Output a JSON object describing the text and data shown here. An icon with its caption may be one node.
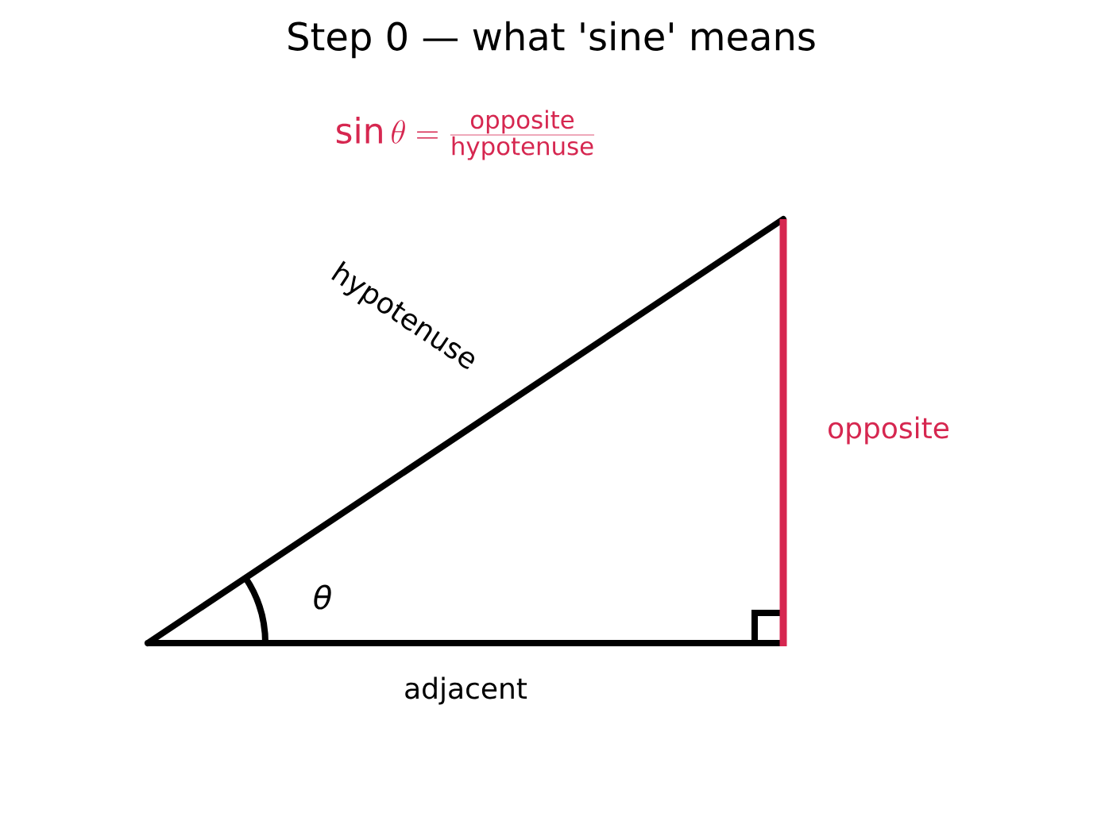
{
  "diagram": {
    "title": "Step 0 — what 'sine' means",
    "labels": [
      "\\sin\\theta = \\frac{\\mathrm{opposite}}{\\mathrm{hypotenuse}}",
      "hypotenuse",
      "opposite",
      "θ",
      "adjacent"
    ]
  }
}
